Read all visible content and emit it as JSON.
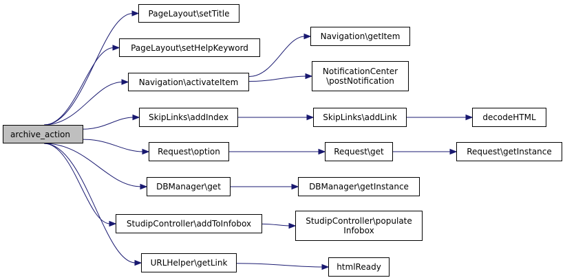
{
  "root": {
    "id": "root",
    "label": "archive_action"
  },
  "nodes": [
    {
      "id": "n_settitle",
      "lines": [
        "PageLayout\\setTitle"
      ]
    },
    {
      "id": "n_sethelp",
      "lines": [
        "PageLayout\\setHelpKeyword"
      ]
    },
    {
      "id": "n_activate",
      "lines": [
        "Navigation\\activateItem"
      ]
    },
    {
      "id": "n_getitem",
      "lines": [
        "Navigation\\getItem"
      ]
    },
    {
      "id": "n_notif",
      "lines": [
        "NotificationCenter",
        "\\postNotification"
      ]
    },
    {
      "id": "n_addindex",
      "lines": [
        "SkipLinks\\addIndex"
      ]
    },
    {
      "id": "n_addlink",
      "lines": [
        "SkipLinks\\addLink"
      ]
    },
    {
      "id": "n_decode",
      "lines": [
        "decodeHTML"
      ]
    },
    {
      "id": "n_option",
      "lines": [
        "Request\\option"
      ]
    },
    {
      "id": "n_reqget",
      "lines": [
        "Request\\get"
      ]
    },
    {
      "id": "n_reqinst",
      "lines": [
        "Request\\getInstance"
      ]
    },
    {
      "id": "n_dbget",
      "lines": [
        "DBManager\\get"
      ]
    },
    {
      "id": "n_dbinst",
      "lines": [
        "DBManager\\getInstance"
      ]
    },
    {
      "id": "n_addinfo",
      "lines": [
        "StudipController\\addToInfobox"
      ]
    },
    {
      "id": "n_populate",
      "lines": [
        "StudipController\\populate",
        "Infobox"
      ]
    },
    {
      "id": "n_getlink",
      "lines": [
        "URLHelper\\getLink"
      ]
    },
    {
      "id": "n_html",
      "lines": [
        "htmlReady"
      ]
    }
  ],
  "edges": [
    [
      "root",
      "n_settitle"
    ],
    [
      "root",
      "n_sethelp"
    ],
    [
      "root",
      "n_activate"
    ],
    [
      "root",
      "n_addindex"
    ],
    [
      "root",
      "n_option"
    ],
    [
      "root",
      "n_dbget"
    ],
    [
      "root",
      "n_addinfo"
    ],
    [
      "root",
      "n_getlink"
    ],
    [
      "n_activate",
      "n_getitem"
    ],
    [
      "n_activate",
      "n_notif"
    ],
    [
      "n_addindex",
      "n_addlink"
    ],
    [
      "n_addlink",
      "n_decode"
    ],
    [
      "n_option",
      "n_reqget"
    ],
    [
      "n_reqget",
      "n_reqinst"
    ],
    [
      "n_dbget",
      "n_dbinst"
    ],
    [
      "n_addinfo",
      "n_populate"
    ],
    [
      "n_getlink",
      "n_html"
    ]
  ],
  "colors": {
    "edge": "#191970",
    "root_fill": "#bfbfbf",
    "node_fill": "#ffffff",
    "border": "#000000"
  }
}
